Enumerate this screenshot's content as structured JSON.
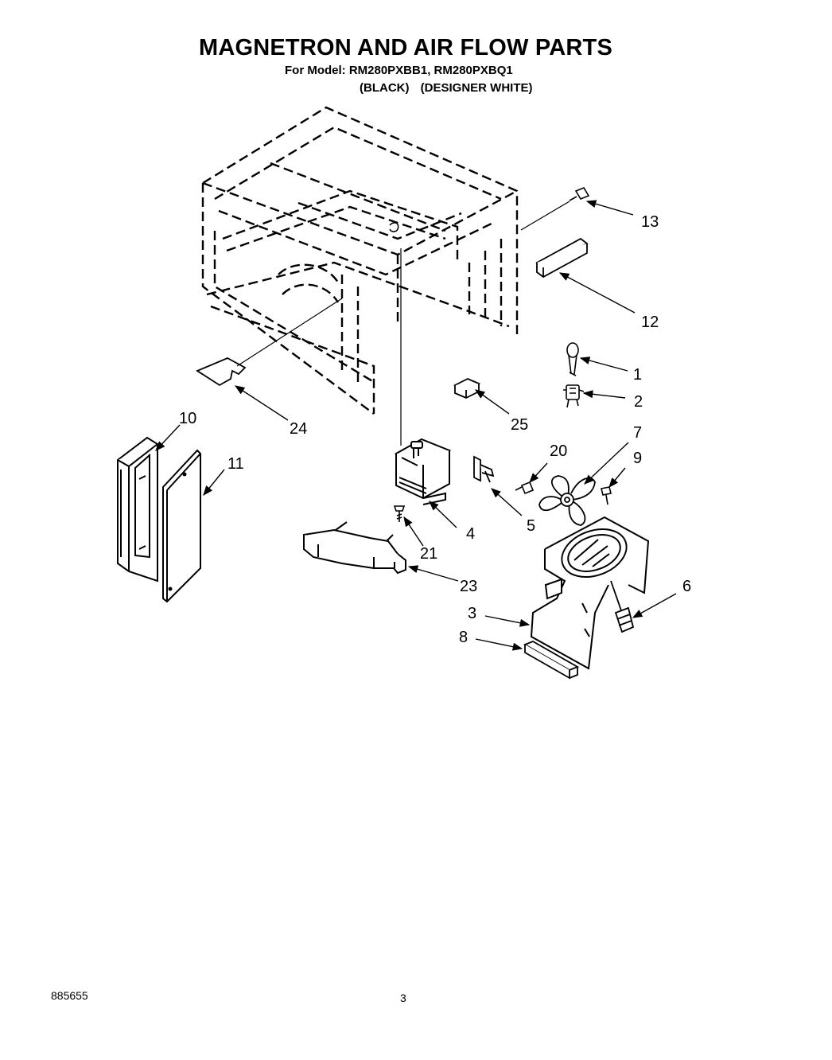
{
  "title": "MAGNETRON AND AIR FLOW PARTS",
  "models_line": "For Model: RM280PXBB1, RM280PXBQ1",
  "variants": [
    "(BLACK)",
    "(DESIGNER WHITE)"
  ],
  "callouts": [
    "13",
    "12",
    "1",
    "2",
    "25",
    "24",
    "10",
    "11",
    "20",
    "7",
    "9",
    "4",
    "5",
    "21",
    "23",
    "6",
    "3",
    "8"
  ],
  "footer": {
    "doc_number": "885655",
    "page": "3"
  }
}
